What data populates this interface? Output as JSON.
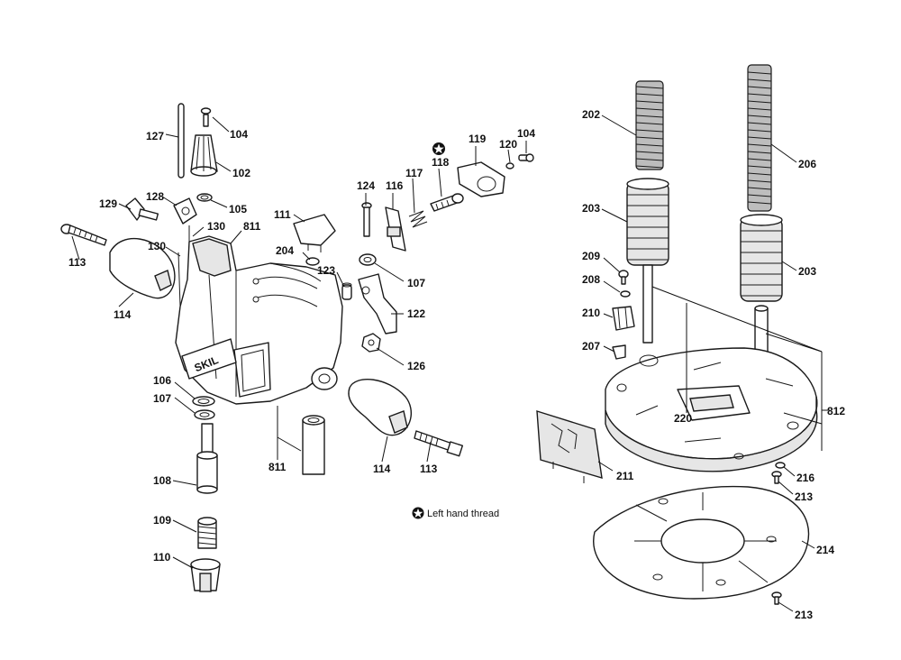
{
  "callouts": {
    "c127": "127",
    "c104a": "104",
    "c102": "102",
    "c129": "129",
    "c128": "128",
    "c105": "105",
    "c130a": "130",
    "c811a": "811",
    "c130b": "130",
    "c113a": "113",
    "c114a": "114",
    "c111": "111",
    "c204": "204",
    "c124": "124",
    "c116": "116",
    "c117": "117",
    "c118": "118",
    "c119": "119",
    "c120": "120",
    "c104b": "104",
    "c123": "123",
    "c107a": "107",
    "c122": "122",
    "c126": "126",
    "c106": "106",
    "c107b": "107",
    "c108": "108",
    "c109": "109",
    "c110": "110",
    "c811b": "811",
    "c114b": "114",
    "c113b": "113",
    "c202": "202",
    "c206": "206",
    "c203a": "203",
    "c203b": "203",
    "c209": "209",
    "c208": "208",
    "c210": "210",
    "c207": "207",
    "c220": "220",
    "c812": "812",
    "c211": "211",
    "c216": "216",
    "c213a": "213",
    "c214": "214",
    "c213b": "213"
  },
  "legend": {
    "left_hand_thread": "Left hand thread"
  },
  "branding": {
    "logo": "SKIL"
  }
}
